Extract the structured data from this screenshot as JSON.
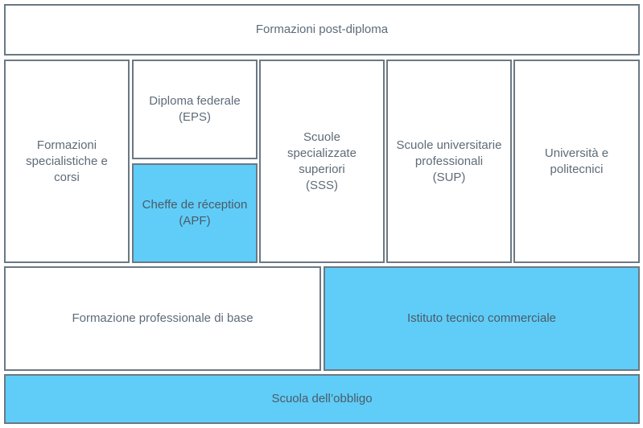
{
  "diagram": {
    "colors": {
      "border": "#6b7883",
      "highlight": "#5fcdf8",
      "text": "#5e6b78"
    },
    "top": {
      "label": "Formazioni post-diploma"
    },
    "specialist": {
      "label": "Formazioni\nspecialistiche e\ncorsi"
    },
    "diploma_federale": {
      "label": "Diploma federale\n(EPS)"
    },
    "cheffe": {
      "label": "Cheffe de réception\n(APF)",
      "highlighted": true
    },
    "sss": {
      "label": "Scuole\nspecializzate\nsuperiori\n(SSS)"
    },
    "sup": {
      "label": "Scuole universitarie\nprofessionali\n(SUP)"
    },
    "universita": {
      "label": "Università e\npolitecnici"
    },
    "formazione_base": {
      "label": "Formazione professionale di base"
    },
    "istituto": {
      "label": "Istituto tecnico commerciale",
      "highlighted": true
    },
    "scuola_obbligo": {
      "label": "Scuola dell’obbligo",
      "highlighted": true
    }
  }
}
